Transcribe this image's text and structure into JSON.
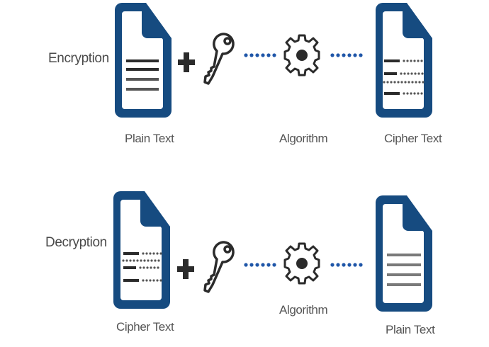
{
  "colors": {
    "doc_blue": "#164b80",
    "dots_blue": "#1f56a8",
    "glyph_dark": "#2b2b2b",
    "text": "#555555"
  },
  "encryption": {
    "title": "Encryption",
    "input_label": "Plain Text",
    "middle_label": "Algorithm",
    "output_label": "Cipher Text"
  },
  "decryption": {
    "title": "Decryption",
    "input_label": "Cipher Text",
    "middle_label": "Algorithm",
    "output_label": "Plain Text"
  },
  "icons": [
    "plain-text-document-icon",
    "plus-icon",
    "key-icon",
    "dotted-connector-icon",
    "gear-icon",
    "cipher-text-document-icon"
  ]
}
